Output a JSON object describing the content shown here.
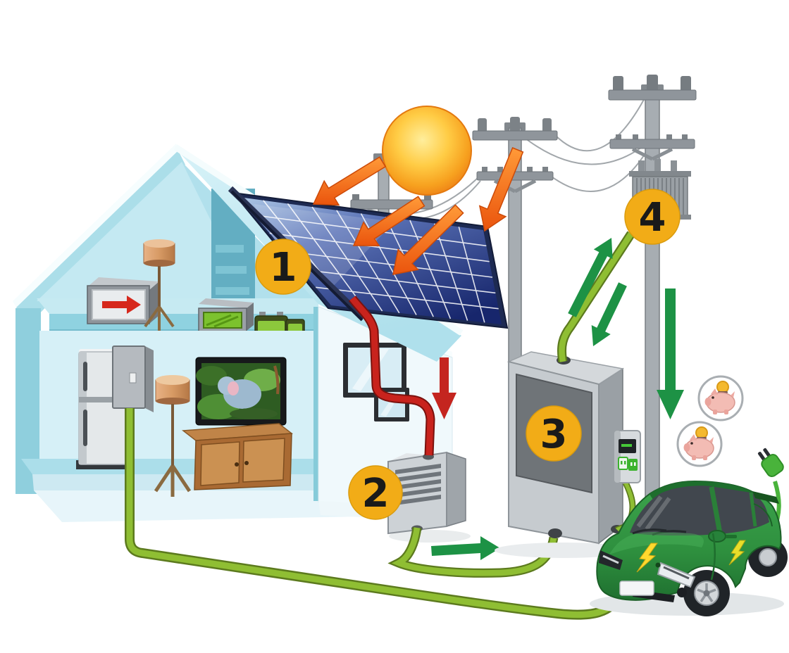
{
  "badges": [
    {
      "number": "1"
    },
    {
      "number": "2"
    },
    {
      "number": "3"
    },
    {
      "number": "4"
    }
  ],
  "colors": {
    "badge": "#F2AC17",
    "badge_text": "#1A1A1A",
    "arrow_orange": "#F06414",
    "arrow_green": "#1D9245",
    "arrow_red": "#C4251F",
    "cable_green": "#8FBE33",
    "cable_red": "#C8231D",
    "sun_orange": "#F7A81E",
    "panel_blue": "#2B3F8E",
    "house_blue": "#BFE7F0",
    "pole_gray": "#9AA0A5",
    "car_green": "#2F9140",
    "piggy_pink": "#F3BCB4",
    "coin_gold": "#F4B92E",
    "plug_green": "#49B33B"
  },
  "icons": [
    "sun-icon",
    "solar-panel-icon",
    "utility-pole-icon",
    "transformer-icon",
    "inverter-icon",
    "battery-cabinet-icon",
    "ev-charger-icon",
    "electric-car-icon",
    "piggy-bank-icon",
    "power-plug-icon",
    "house-icon"
  ]
}
